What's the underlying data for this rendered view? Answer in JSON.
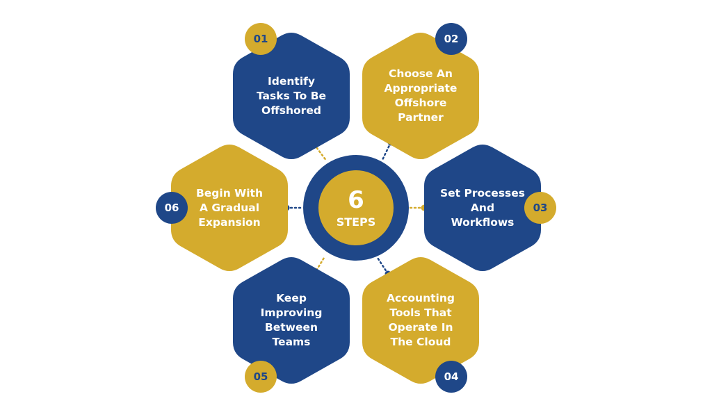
{
  "center": {
    "number": "6",
    "label": "STEPS"
  },
  "colors": {
    "blue": "#1f4788",
    "gold": "#d4ab2d",
    "white": "#ffffff"
  },
  "steps": [
    {
      "number": "01",
      "text": "Identify\nTasks To Be\nOffshored",
      "fill": "blue",
      "badge": "gold"
    },
    {
      "number": "02",
      "text": "Choose An\nAppropriate\nOffshore\nPartner",
      "fill": "gold",
      "badge": "blue"
    },
    {
      "number": "03",
      "text": "Set Processes\nAnd\nWorkflows",
      "fill": "blue",
      "badge": "gold"
    },
    {
      "number": "04",
      "text": "Accounting\nTools That\nOperate In\nThe Cloud",
      "fill": "gold",
      "badge": "blue"
    },
    {
      "number": "05",
      "text": "Keep\nImproving\nBetween\nTeams",
      "fill": "blue",
      "badge": "gold"
    },
    {
      "number": "06",
      "text": "Begin With\nA Gradual\nExpansion",
      "fill": "gold",
      "badge": "blue"
    }
  ]
}
